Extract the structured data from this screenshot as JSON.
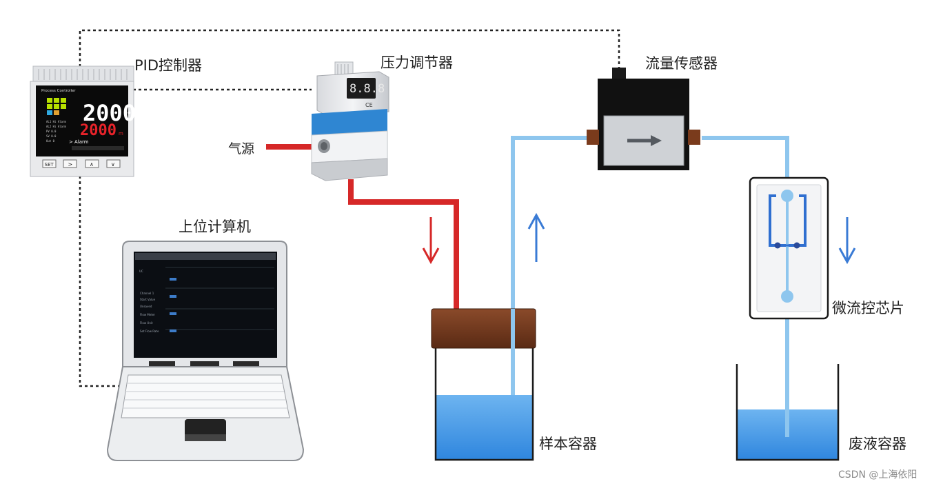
{
  "labels": {
    "pid_controller": "PID控制器",
    "pressure_regulator": "压力调节器",
    "flow_sensor": "流量传感器",
    "air_source": "气源",
    "host_computer": "上位计算机",
    "microfluidic_chip": "微流控芯片",
    "sample_container": "样本容器",
    "waste_container": "废液容器"
  },
  "pid_display": {
    "title": "Process Controller",
    "pv": "2000",
    "sv": "2000",
    "unit": "m",
    "alarm": "Alarm",
    "buttons": [
      "SET",
      ">",
      "∧",
      "∨"
    ]
  },
  "regulator_display": "8.8.8",
  "regulator_mark": "CE",
  "watermark": "CSDN @上海依阳",
  "colors": {
    "air_line": "#d62828",
    "liquid_line": "#8ec6ee",
    "flow_arrow": "#3a7bd5",
    "liquid": "#3f97e4",
    "signal_line": "#222222"
  }
}
